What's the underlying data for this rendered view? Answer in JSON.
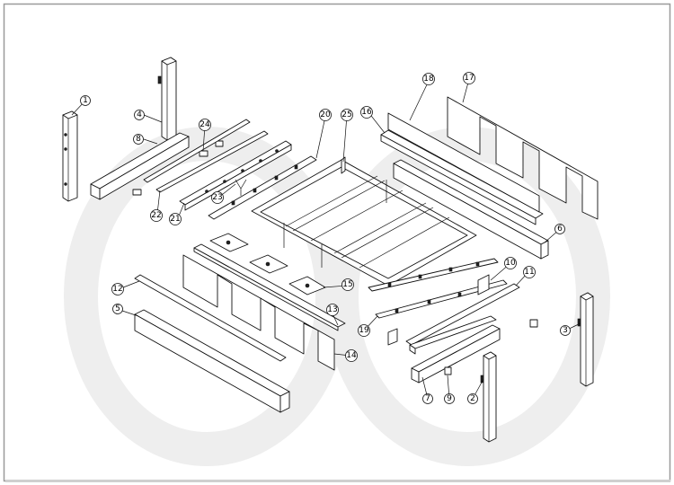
{
  "diagram": {
    "type": "exploded-parts-view",
    "colors": {
      "line": "#111111",
      "watermark": "#ededed",
      "border": "#9a9a9a",
      "background": "#ffffff"
    },
    "callouts": [
      "1",
      "2",
      "3",
      "4",
      "5",
      "6",
      "7",
      "8",
      "9",
      "10",
      "11",
      "12",
      "13",
      "14",
      "15",
      "16",
      "17",
      "18",
      "19",
      "20",
      "21",
      "22",
      "23",
      "24",
      "25"
    ]
  }
}
